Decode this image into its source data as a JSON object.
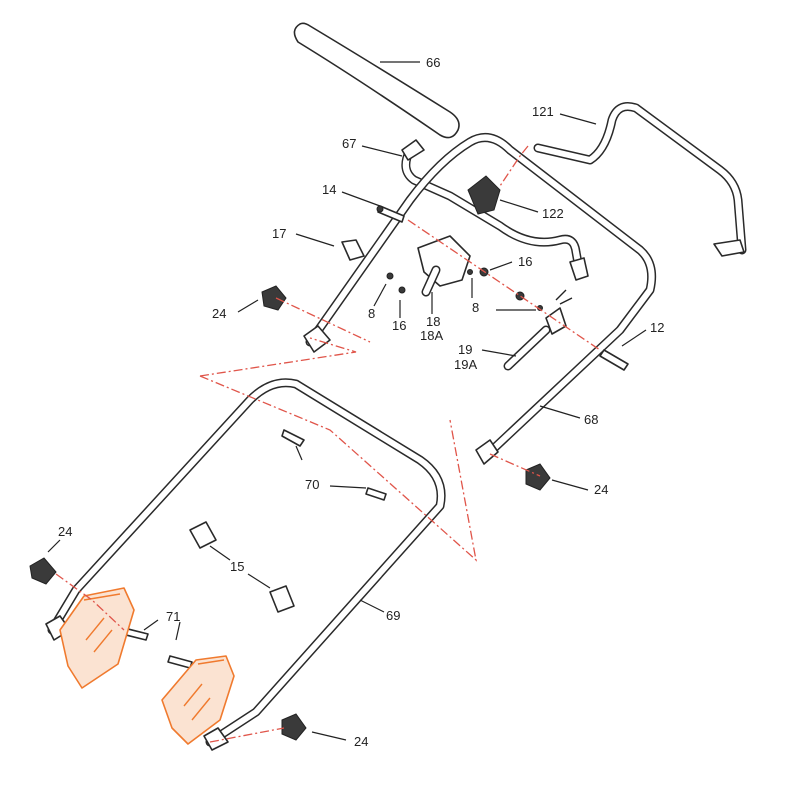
{
  "diagram": {
    "labels": {
      "p66": "66",
      "p121": "121",
      "p67": "67",
      "p14": "14",
      "p122": "122",
      "p17": "17",
      "p16a": "16",
      "p24a": "24",
      "p8a": "8",
      "p16b": "16",
      "p18": "18",
      "p18a": "18A",
      "p8b": "8",
      "p12": "12",
      "p19": "19",
      "p19a": "19A",
      "p68": "68",
      "p24b": "24",
      "p70": "70",
      "p24c": "24",
      "p15": "15",
      "p71": "71",
      "p69": "69",
      "p24d": "24"
    },
    "colors": {
      "highlight": "#f07a2e",
      "centerline": "#e0554a",
      "line": "#2a2a2a"
    }
  }
}
